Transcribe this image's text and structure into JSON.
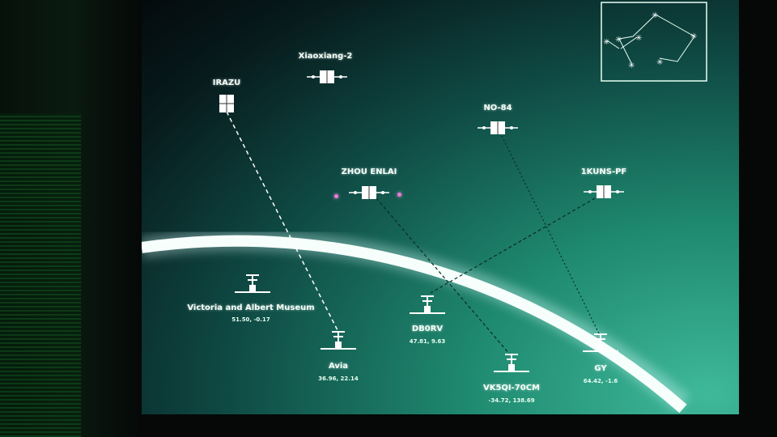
{
  "satellites": [
    {
      "name": "IRAZU"
    },
    {
      "name": "Xiaoxiang-2"
    },
    {
      "name": "NO-84"
    },
    {
      "name": "ZHOU ENLAI"
    },
    {
      "name": "1KUNS-PF"
    }
  ],
  "ground_stations": [
    {
      "name": "Victoria and Albert Museum",
      "coords": "51.50, -0.17"
    },
    {
      "name": "Avia",
      "coords": "36.96, 22.14"
    },
    {
      "name": "DB0RV",
      "coords": "47.81, 9.63"
    },
    {
      "name": "VK5QI-70CM",
      "coords": "-34.72, 138.69"
    },
    {
      "name": "GY",
      "coords": "64.42, -1.6"
    }
  ],
  "colors": {
    "highlight_dot": "#f07ad8",
    "earth_limb": "#ffffff"
  }
}
